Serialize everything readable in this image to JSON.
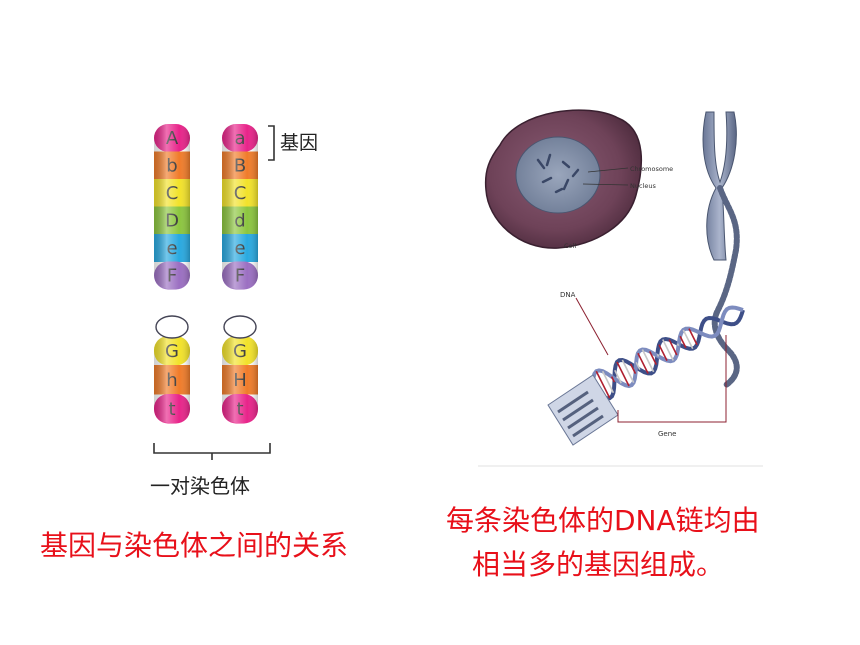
{
  "left_figure": {
    "chromosome_a": [
      "A",
      "b",
      "C",
      "D",
      "e",
      "F",
      "G",
      "h",
      "t"
    ],
    "chromosome_b": [
      "a",
      "B",
      "C",
      "d",
      "e",
      "F",
      "G",
      "H",
      "t"
    ],
    "band_colors": [
      "#e8248a",
      "#f07c2a",
      "#f2e22a",
      "#8cc63f",
      "#29a9e0",
      "#9b6fc2",
      "#f2e22a",
      "#f07c2a",
      "#e8248a"
    ],
    "gene_label": "基因",
    "pair_label": "一对染色体"
  },
  "right_figure": {
    "labels": {
      "chromosome": "Chromosome",
      "nucleus": "Nucleus",
      "cell": "Cell",
      "dna": "DNA",
      "gene": "Gene"
    }
  },
  "captions": {
    "left": "基因与染色体之间的关系",
    "right_line1": "每条染色体的DNA链均由",
    "right_line2": "相当多的基因组成。"
  }
}
